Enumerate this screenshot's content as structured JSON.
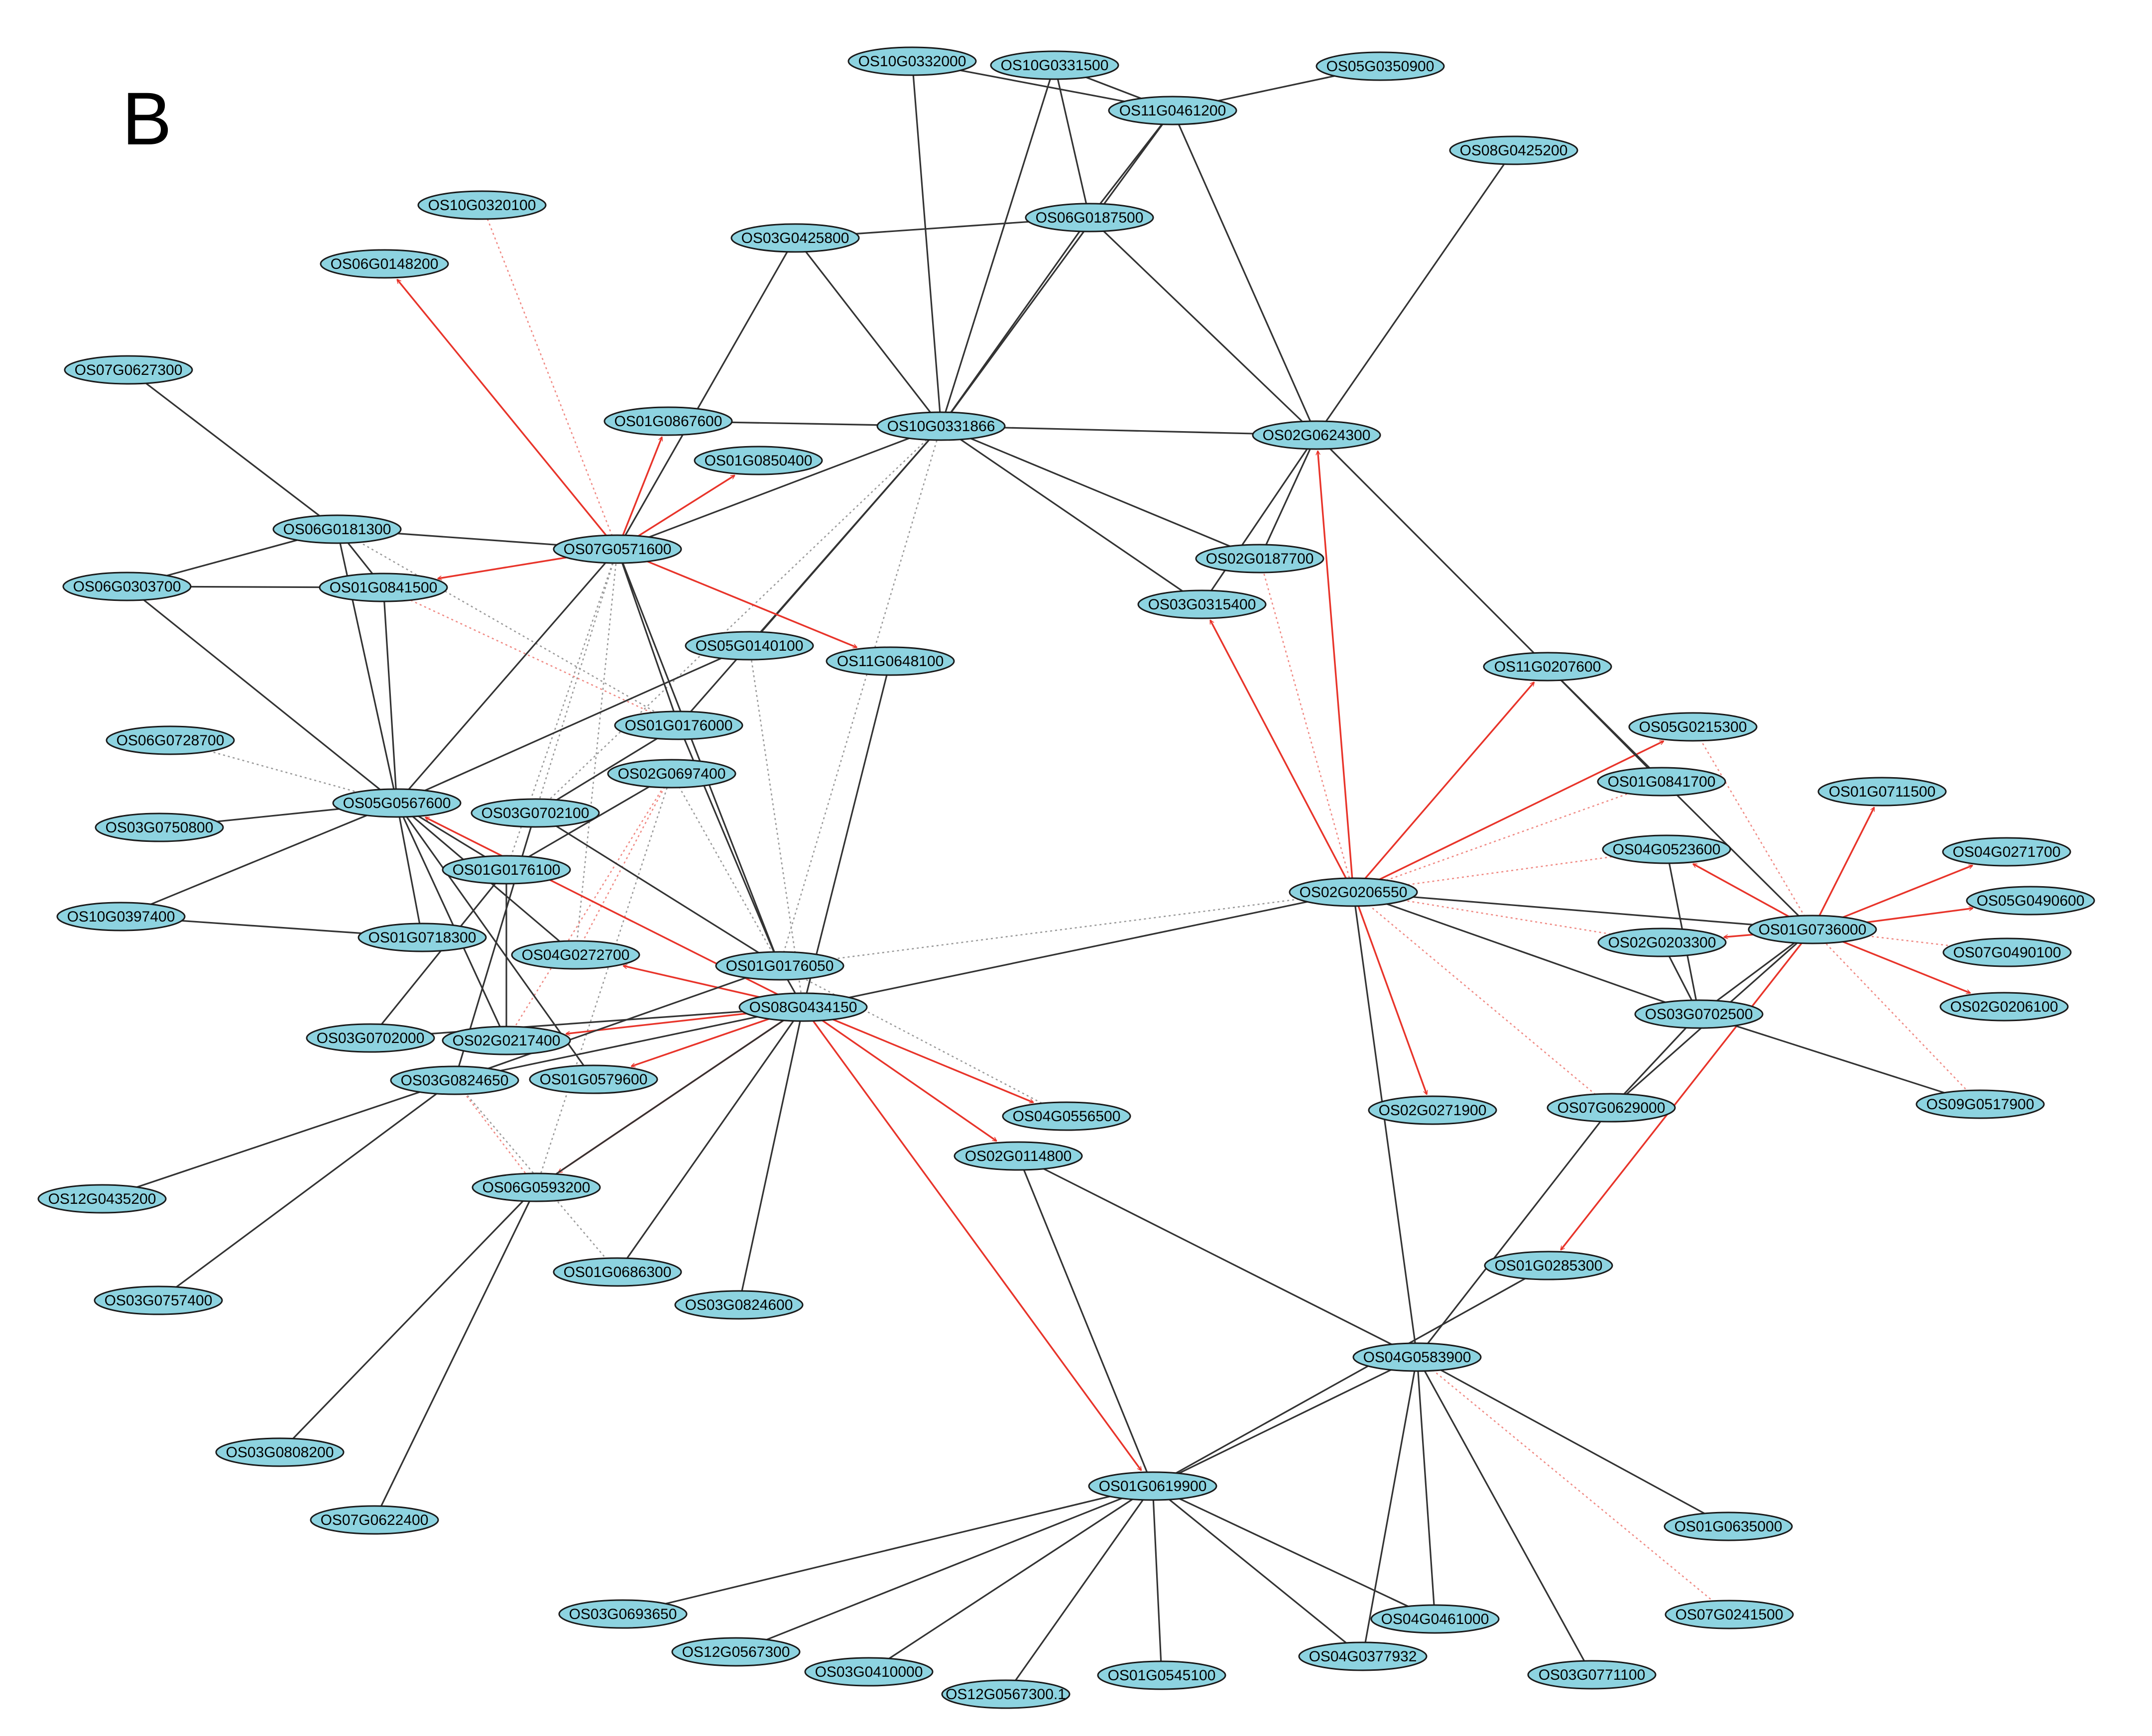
{
  "figure": {
    "panel_label": "B"
  },
  "colors": {
    "node_fill": "#8dd3e0",
    "node_stroke": "#1a1a1a",
    "edge_black": "#333333",
    "edge_red": "#e8342a",
    "edge_red_dotted": "#f08a84",
    "edge_gray_dotted": "#9a9a9a"
  },
  "nodes": [
    {
      "id": "a01",
      "label": "OS10G0332000"
    },
    {
      "id": "a02",
      "label": "OS10G0331500"
    },
    {
      "id": "a03",
      "label": "OS05G0350900"
    },
    {
      "id": "a04",
      "label": "OS11G0461200"
    },
    {
      "id": "a05",
      "label": "OS08G0425200"
    },
    {
      "id": "a06",
      "label": "OS10G0320100"
    },
    {
      "id": "a07",
      "label": "OS06G0187500"
    },
    {
      "id": "a08",
      "label": "OS03G0425800"
    },
    {
      "id": "a09",
      "label": "OS06G0148200"
    },
    {
      "id": "a10",
      "label": "OS07G0627300"
    },
    {
      "id": "a11",
      "label": "OS01G0867600"
    },
    {
      "id": "a12",
      "label": "OS10G0331866"
    },
    {
      "id": "a13",
      "label": "OS02G0624300"
    },
    {
      "id": "a14",
      "label": "OS01G0850400"
    },
    {
      "id": "a15",
      "label": "OS06G0181300"
    },
    {
      "id": "a16",
      "label": "OS07G0571600"
    },
    {
      "id": "a17",
      "label": "OS02G0187700"
    },
    {
      "id": "a18",
      "label": "OS06G0303700"
    },
    {
      "id": "a19",
      "label": "OS01G0841500"
    },
    {
      "id": "a20",
      "label": "OS03G0315400"
    },
    {
      "id": "a21",
      "label": "OS05G0140100"
    },
    {
      "id": "a22",
      "label": "OS11G0648100"
    },
    {
      "id": "a23",
      "label": "OS11G0207600"
    },
    {
      "id": "a24",
      "label": "OS01G0176000"
    },
    {
      "id": "a25",
      "label": "OS05G0215300"
    },
    {
      "id": "a26",
      "label": "OS06G0728700"
    },
    {
      "id": "a27",
      "label": "OS02G0697400"
    },
    {
      "id": "a28",
      "label": "OS01G0841700"
    },
    {
      "id": "a29",
      "label": "OS01G0711500"
    },
    {
      "id": "a30",
      "label": "OS05G0567600"
    },
    {
      "id": "a31",
      "label": "OS03G0702100"
    },
    {
      "id": "a32",
      "label": "OS03G0750800"
    },
    {
      "id": "a33",
      "label": "OS04G0523600"
    },
    {
      "id": "a34",
      "label": "OS04G0271700"
    },
    {
      "id": "a35",
      "label": "OS01G0176100"
    },
    {
      "id": "a36",
      "label": "OS02G0206550"
    },
    {
      "id": "a37",
      "label": "OS05G0490600"
    },
    {
      "id": "a38",
      "label": "OS10G0397400"
    },
    {
      "id": "a39",
      "label": "OS01G0718300"
    },
    {
      "id": "a40",
      "label": "OS01G0736000"
    },
    {
      "id": "a41",
      "label": "OS02G0203300"
    },
    {
      "id": "a42",
      "label": "OS07G0490100"
    },
    {
      "id": "a43",
      "label": "OS04G0272700"
    },
    {
      "id": "a44",
      "label": "OS01G0176050"
    },
    {
      "id": "a45",
      "label": "OS08G0434150"
    },
    {
      "id": "a46",
      "label": "OS02G0206100"
    },
    {
      "id": "a47",
      "label": "OS03G0702000"
    },
    {
      "id": "a48",
      "label": "OS02G0217400"
    },
    {
      "id": "a49",
      "label": "OS03G0702500"
    },
    {
      "id": "a50",
      "label": "OS03G0824650"
    },
    {
      "id": "a51",
      "label": "OS01G0579600"
    },
    {
      "id": "a52",
      "label": "OS02G0271900"
    },
    {
      "id": "a53",
      "label": "OS07G0629000"
    },
    {
      "id": "a54",
      "label": "OS09G0517900"
    },
    {
      "id": "a55",
      "label": "OS04G0556500"
    },
    {
      "id": "a56",
      "label": "OS02G0114800"
    },
    {
      "id": "a57",
      "label": "OS12G0435200"
    },
    {
      "id": "a58",
      "label": "OS06G0593200"
    },
    {
      "id": "a59",
      "label": "OS01G0285300"
    },
    {
      "id": "a60",
      "label": "OS01G0686300"
    },
    {
      "id": "a61",
      "label": "OS03G0757400"
    },
    {
      "id": "a62",
      "label": "OS03G0824600"
    },
    {
      "id": "a63",
      "label": "OS04G0583900"
    },
    {
      "id": "a64",
      "label": "OS03G0808200"
    },
    {
      "id": "a65",
      "label": "OS01G0619900"
    },
    {
      "id": "a66",
      "label": "OS07G0622400"
    },
    {
      "id": "a67",
      "label": "OS01G0635000"
    },
    {
      "id": "a68",
      "label": "OS07G0241500"
    },
    {
      "id": "a69",
      "label": "OS03G0693650"
    },
    {
      "id": "a70",
      "label": "OS04G0461000"
    },
    {
      "id": "a71",
      "label": "OS12G0567300"
    },
    {
      "id": "a72",
      "label": "OS04G0377932"
    },
    {
      "id": "a73",
      "label": "OS03G0410000"
    },
    {
      "id": "a74",
      "label": "OS01G0545100"
    },
    {
      "id": "a75",
      "label": "OS03G0771100"
    },
    {
      "id": "a76",
      "label": "OS12G0567300.1"
    }
  ],
  "edges": [
    {
      "from": "a01",
      "to": "a04",
      "style": "solid"
    },
    {
      "from": "a01",
      "to": "a12",
      "style": "solid"
    },
    {
      "from": "a02",
      "to": "a04",
      "style": "solid"
    },
    {
      "from": "a02",
      "to": "a12",
      "style": "solid"
    },
    {
      "from": "a02",
      "to": "a07",
      "style": "solid"
    },
    {
      "from": "a03",
      "to": "a04",
      "style": "solid"
    },
    {
      "from": "a04",
      "to": "a07",
      "style": "solid"
    },
    {
      "from": "a04",
      "to": "a12",
      "style": "solid"
    },
    {
      "from": "a04",
      "to": "a13",
      "style": "solid"
    },
    {
      "from": "a05",
      "to": "a13",
      "style": "solid"
    },
    {
      "from": "a07",
      "to": "a08",
      "style": "solid"
    },
    {
      "from": "a07",
      "to": "a12",
      "style": "solid"
    },
    {
      "from": "a07",
      "to": "a13",
      "style": "solid"
    },
    {
      "from": "a08",
      "to": "a12",
      "style": "solid"
    },
    {
      "from": "a08",
      "to": "a16",
      "style": "solid"
    },
    {
      "from": "a11",
      "to": "a12",
      "style": "solid"
    },
    {
      "from": "a12",
      "to": "a13",
      "style": "solid"
    },
    {
      "from": "a12",
      "to": "a17",
      "style": "solid"
    },
    {
      "from": "a12",
      "to": "a20",
      "style": "solid"
    },
    {
      "from": "a12",
      "to": "a16",
      "style": "solid"
    },
    {
      "from": "a12",
      "to": "a21",
      "style": "solid"
    },
    {
      "from": "a12",
      "to": "a24",
      "style": "solid"
    },
    {
      "from": "a12",
      "to": "a31",
      "style": "dotted"
    },
    {
      "from": "a12",
      "to": "a44",
      "style": "dotted"
    },
    {
      "from": "a13",
      "to": "a17",
      "style": "solid"
    },
    {
      "from": "a13",
      "to": "a20",
      "style": "solid"
    },
    {
      "from": "a13",
      "to": "a23",
      "style": "solid"
    },
    {
      "from": "a10",
      "to": "a15",
      "style": "solid"
    },
    {
      "from": "a15",
      "to": "a16",
      "style": "solid"
    },
    {
      "from": "a15",
      "to": "a18",
      "style": "solid"
    },
    {
      "from": "a15",
      "to": "a19",
      "style": "solid"
    },
    {
      "from": "a15",
      "to": "a30",
      "style": "solid"
    },
    {
      "from": "a15",
      "to": "a24",
      "style": "dotted"
    },
    {
      "from": "a18",
      "to": "a19",
      "style": "solid"
    },
    {
      "from": "a18",
      "to": "a30",
      "style": "solid"
    },
    {
      "from": "a19",
      "to": "a30",
      "style": "solid"
    },
    {
      "from": "a16",
      "to": "a09",
      "style": "red-arrow"
    },
    {
      "from": "a16",
      "to": "a11",
      "style": "red-arrow"
    },
    {
      "from": "a16",
      "to": "a14",
      "style": "red-arrow"
    },
    {
      "from": "a16",
      "to": "a19",
      "style": "red-arrow"
    },
    {
      "from": "a16",
      "to": "a22",
      "style": "red-arrow"
    },
    {
      "from": "a06",
      "to": "a16",
      "style": "red-dotted"
    },
    {
      "from": "a16",
      "to": "a30",
      "style": "solid"
    },
    {
      "from": "a16",
      "to": "a24",
      "style": "solid"
    },
    {
      "from": "a16",
      "to": "a44",
      "style": "solid"
    },
    {
      "from": "a16",
      "to": "a31",
      "style": "dotted"
    },
    {
      "from": "a16",
      "to": "a35",
      "style": "dotted"
    },
    {
      "from": "a16",
      "to": "a43",
      "style": "dotted"
    },
    {
      "from": "a21",
      "to": "a30",
      "style": "solid"
    },
    {
      "from": "a21",
      "to": "a45",
      "style": "dotted"
    },
    {
      "from": "a22",
      "to": "a45",
      "style": "solid"
    },
    {
      "from": "a24",
      "to": "a31",
      "style": "solid"
    },
    {
      "from": "a24",
      "to": "a19",
      "style": "red-dotted"
    },
    {
      "from": "a24",
      "to": "a44",
      "style": "solid"
    },
    {
      "from": "a26",
      "to": "a30",
      "style": "dotted"
    },
    {
      "from": "a27",
      "to": "a35",
      "style": "solid"
    },
    {
      "from": "a27",
      "to": "a58",
      "style": "dotted"
    },
    {
      "from": "a27",
      "to": "a43",
      "style": "red-dotted"
    },
    {
      "from": "a27",
      "to": "a48",
      "style": "red-dotted"
    },
    {
      "from": "a27",
      "to": "a45",
      "style": "dotted"
    },
    {
      "from": "a30",
      "to": "a32",
      "style": "solid"
    },
    {
      "from": "a30",
      "to": "a38",
      "style": "solid"
    },
    {
      "from": "a30",
      "to": "a39",
      "style": "solid"
    },
    {
      "from": "a30",
      "to": "a43",
      "style": "solid"
    },
    {
      "from": "a30",
      "to": "a48",
      "style": "solid"
    },
    {
      "from": "a30",
      "to": "a51",
      "style": "solid"
    },
    {
      "from": "a30",
      "to": "a35",
      "style": "solid"
    },
    {
      "from": "a38",
      "to": "a39",
      "style": "solid"
    },
    {
      "from": "a31",
      "to": "a44",
      "style": "solid"
    },
    {
      "from": "a31",
      "to": "a50",
      "style": "solid"
    },
    {
      "from": "a35",
      "to": "a47",
      "style": "solid"
    },
    {
      "from": "a35",
      "to": "a48",
      "style": "solid"
    },
    {
      "from": "a36",
      "to": "a13",
      "style": "red-arrow"
    },
    {
      "from": "a36",
      "to": "a20",
      "style": "red-arrow"
    },
    {
      "from": "a36",
      "to": "a23",
      "style": "red-arrow"
    },
    {
      "from": "a36",
      "to": "a25",
      "style": "red-arrow"
    },
    {
      "from": "a36",
      "to": "a52",
      "style": "red-arrow"
    },
    {
      "from": "a36",
      "to": "a28",
      "style": "red-dotted"
    },
    {
      "from": "a36",
      "to": "a33",
      "style": "red-dotted"
    },
    {
      "from": "a36",
      "to": "a41",
      "style": "red-dotted"
    },
    {
      "from": "a36",
      "to": "a53",
      "style": "red-dotted"
    },
    {
      "from": "a36",
      "to": "a17",
      "style": "red-dotted"
    },
    {
      "from": "a36",
      "to": "a40",
      "style": "solid"
    },
    {
      "from": "a36",
      "to": "a49",
      "style": "solid"
    },
    {
      "from": "a36",
      "to": "a45",
      "style": "solid"
    },
    {
      "from": "a36",
      "to": "a63",
      "style": "solid"
    },
    {
      "from": "a36",
      "to": "a44",
      "style": "dotted"
    },
    {
      "from": "a23",
      "to": "a28",
      "style": "solid"
    },
    {
      "from": "a23",
      "to": "a40",
      "style": "solid"
    },
    {
      "from": "a40",
      "to": "a29",
      "style": "red-arrow"
    },
    {
      "from": "a40",
      "to": "a34",
      "style": "red-arrow"
    },
    {
      "from": "a40",
      "to": "a37",
      "style": "red-arrow"
    },
    {
      "from": "a40",
      "to": "a46",
      "style": "red-arrow"
    },
    {
      "from": "a40",
      "to": "a33",
      "style": "red-arrow"
    },
    {
      "from": "a40",
      "to": "a41",
      "style": "red-arrow"
    },
    {
      "from": "a40",
      "to": "a59",
      "style": "red-arrow"
    },
    {
      "from": "a40",
      "to": "a42",
      "style": "red-dotted"
    },
    {
      "from": "a40",
      "to": "a54",
      "style": "red-dotted"
    },
    {
      "from": "a40",
      "to": "a25",
      "style": "red-dotted"
    },
    {
      "from": "a40",
      "to": "a49",
      "style": "solid"
    },
    {
      "from": "a40",
      "to": "a53",
      "style": "solid"
    },
    {
      "from": "a33",
      "to": "a49",
      "style": "solid"
    },
    {
      "from": "a41",
      "to": "a49",
      "style": "solid"
    },
    {
      "from": "a49",
      "to": "a53",
      "style": "solid"
    },
    {
      "from": "a49",
      "to": "a54",
      "style": "solid"
    },
    {
      "from": "a53",
      "to": "a63",
      "style": "solid"
    },
    {
      "from": "a59",
      "to": "a65",
      "style": "solid"
    },
    {
      "from": "a45",
      "to": "a30",
      "style": "red-arrow"
    },
    {
      "from": "a45",
      "to": "a43",
      "style": "red-arrow"
    },
    {
      "from": "a45",
      "to": "a48",
      "style": "red-arrow"
    },
    {
      "from": "a45",
      "to": "a51",
      "style": "red-arrow"
    },
    {
      "from": "a45",
      "to": "a58",
      "style": "red-arrow"
    },
    {
      "from": "a45",
      "to": "a55",
      "style": "red-arrow"
    },
    {
      "from": "a45",
      "to": "a56",
      "style": "red-arrow"
    },
    {
      "from": "a45",
      "to": "a65",
      "style": "red-arrow"
    },
    {
      "from": "a45",
      "to": "a44",
      "style": "solid"
    },
    {
      "from": "a45",
      "to": "a47",
      "style": "solid"
    },
    {
      "from": "a45",
      "to": "a50",
      "style": "solid"
    },
    {
      "from": "a45",
      "to": "a60",
      "style": "solid"
    },
    {
      "from": "a45",
      "to": "a62",
      "style": "solid"
    },
    {
      "from": "a45",
      "to": "a58",
      "style": "solid"
    },
    {
      "from": "a44",
      "to": "a55",
      "style": "dotted"
    },
    {
      "from": "a44",
      "to": "a50",
      "style": "solid"
    },
    {
      "from": "a50",
      "to": "a57",
      "style": "solid"
    },
    {
      "from": "a50",
      "to": "a61",
      "style": "solid"
    },
    {
      "from": "a50",
      "to": "a60",
      "style": "dotted"
    },
    {
      "from": "a50",
      "to": "a58",
      "style": "red-dotted"
    },
    {
      "from": "a58",
      "to": "a64",
      "style": "solid"
    },
    {
      "from": "a58",
      "to": "a66",
      "style": "solid"
    },
    {
      "from": "a56",
      "to": "a63",
      "style": "solid"
    },
    {
      "from": "a56",
      "to": "a65",
      "style": "solid"
    },
    {
      "from": "a63",
      "to": "a65",
      "style": "solid"
    },
    {
      "from": "a63",
      "to": "a67",
      "style": "solid"
    },
    {
      "from": "a63",
      "to": "a68",
      "style": "red-dotted"
    },
    {
      "from": "a63",
      "to": "a70",
      "style": "solid"
    },
    {
      "from": "a63",
      "to": "a72",
      "style": "solid"
    },
    {
      "from": "a63",
      "to": "a75",
      "style": "solid"
    },
    {
      "from": "a65",
      "to": "a69",
      "style": "solid"
    },
    {
      "from": "a65",
      "to": "a71",
      "style": "solid"
    },
    {
      "from": "a65",
      "to": "a73",
      "style": "solid"
    },
    {
      "from": "a65",
      "to": "a76",
      "style": "solid"
    },
    {
      "from": "a65",
      "to": "a74",
      "style": "solid"
    },
    {
      "from": "a65",
      "to": "a72",
      "style": "solid"
    },
    {
      "from": "a65",
      "to": "a70",
      "style": "solid"
    }
  ]
}
